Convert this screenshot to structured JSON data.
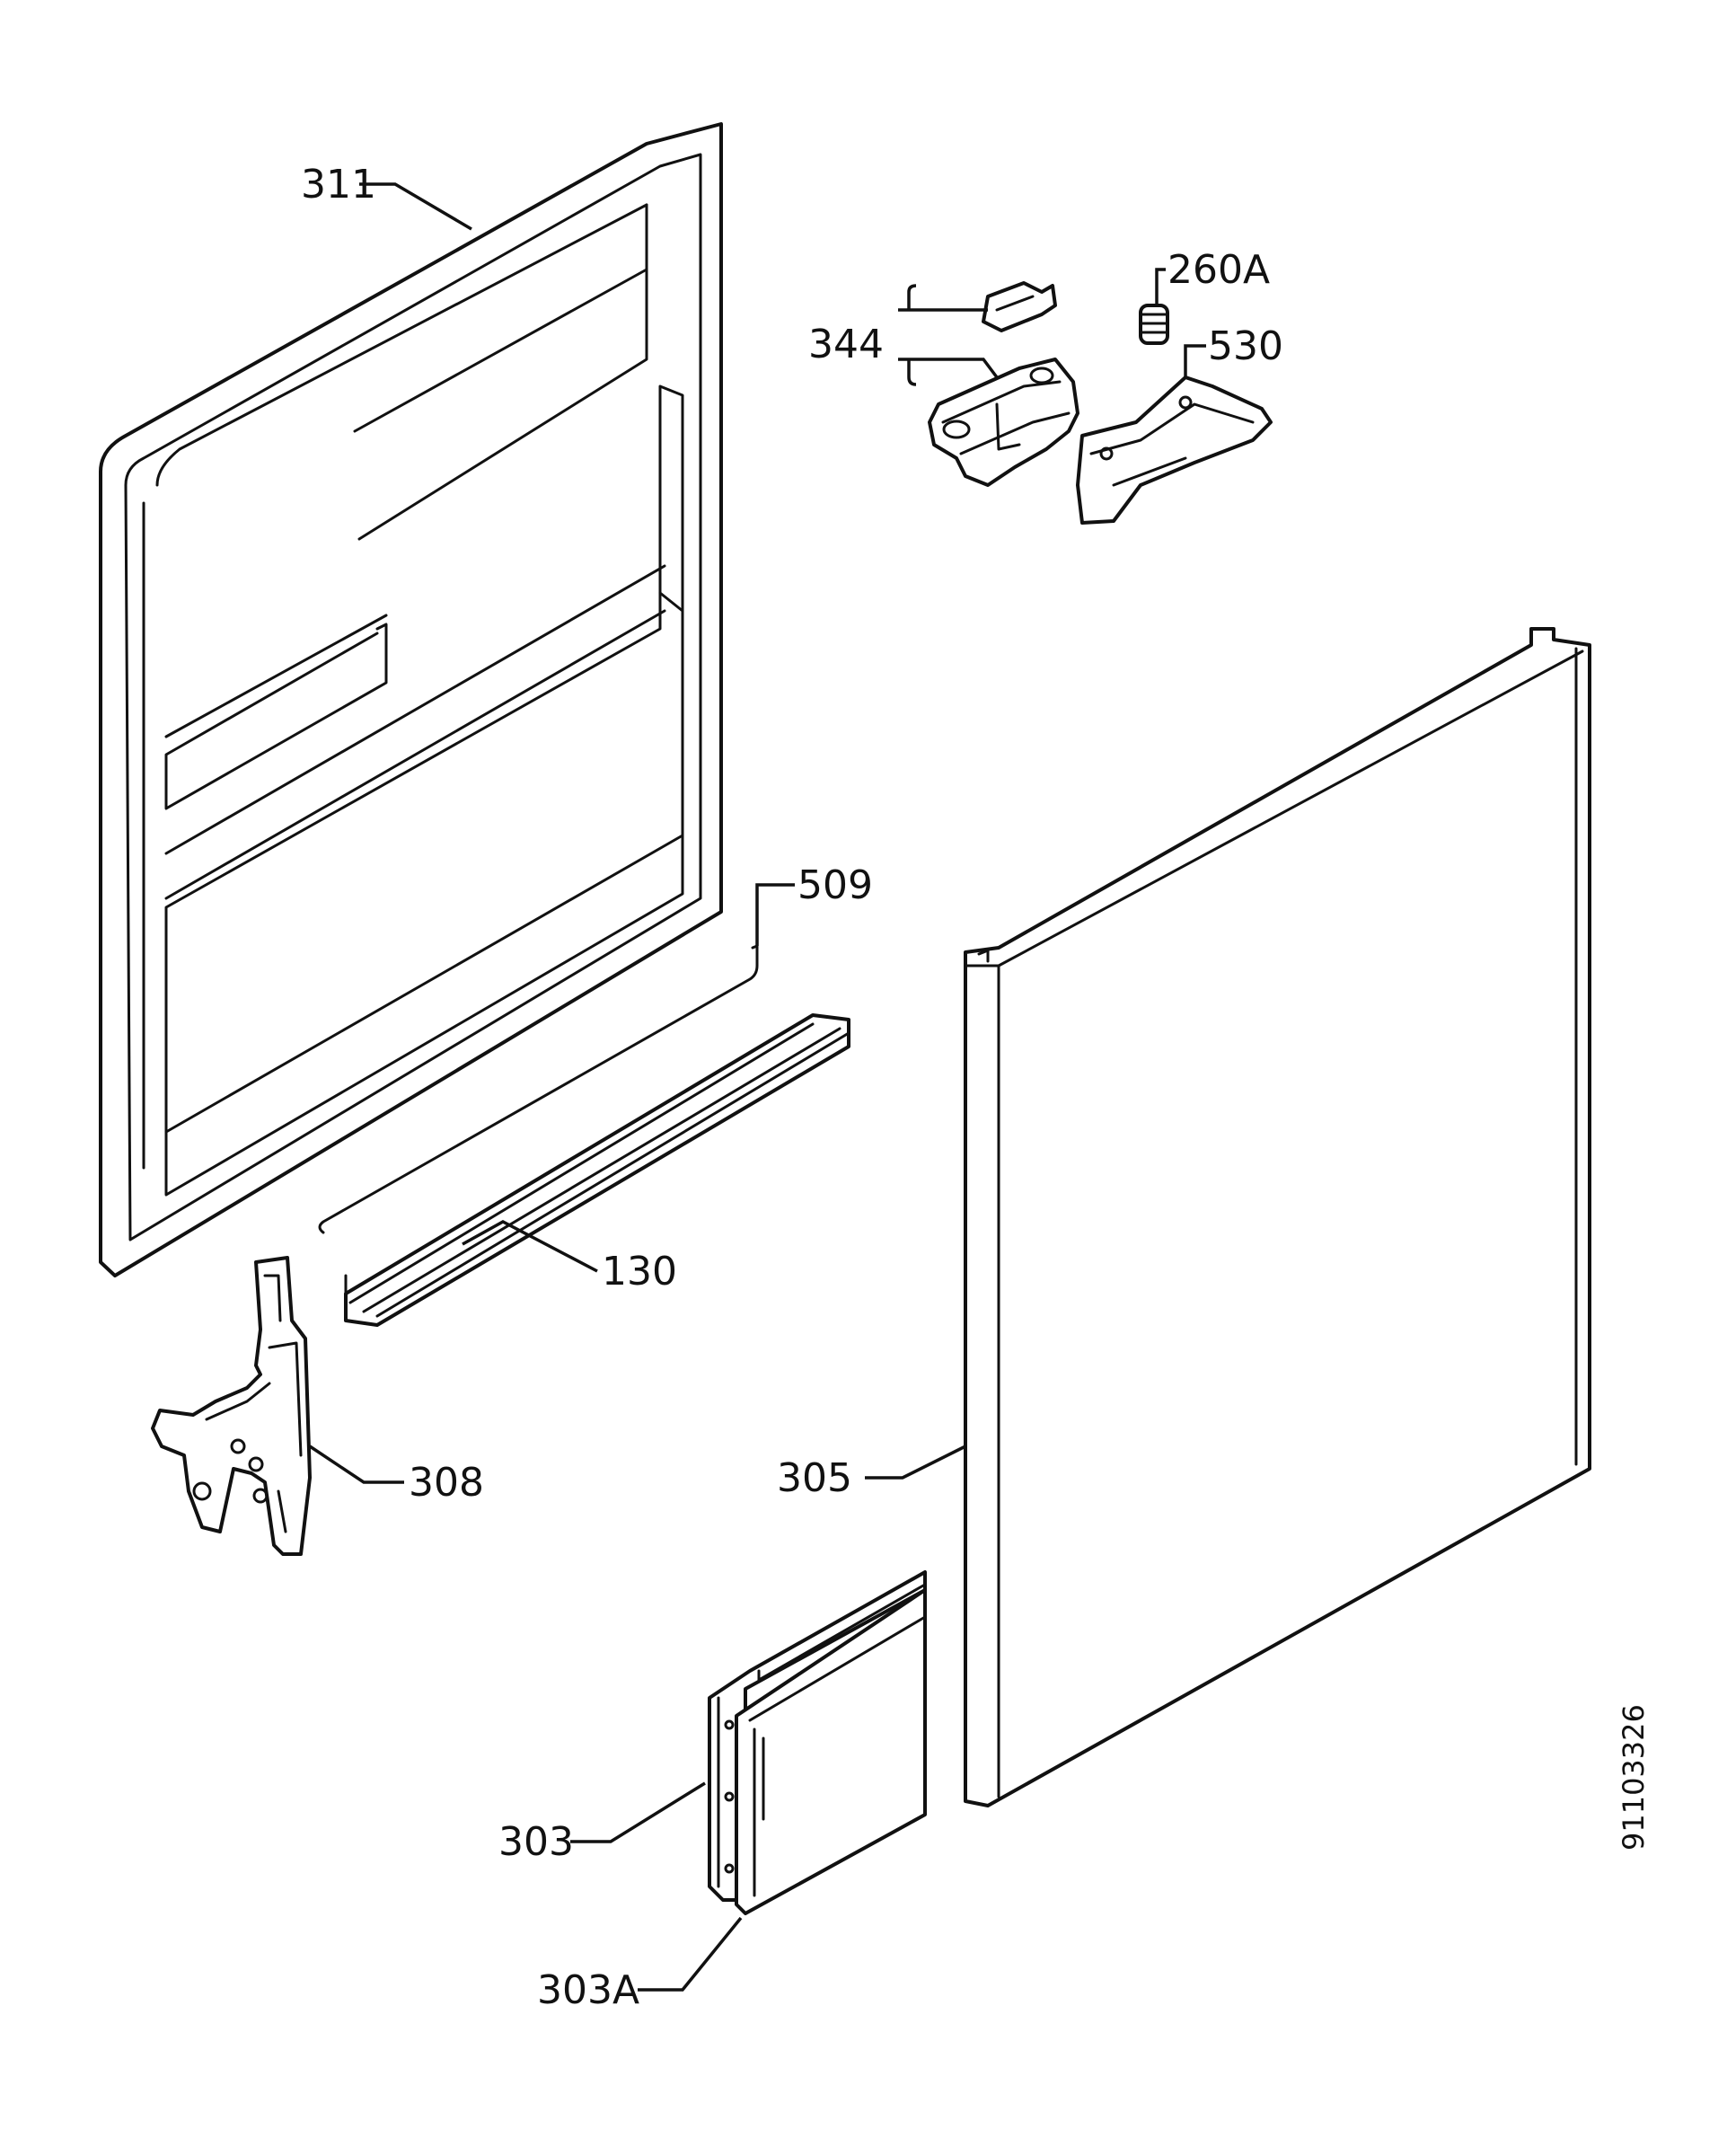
{
  "diagram": {
    "callouts": {
      "p311": "311",
      "p260a": "260A",
      "p344": "344",
      "p530": "530",
      "p509": "509",
      "p130": "130",
      "p308": "308",
      "p305": "305",
      "p303": "303",
      "p303a": "303A"
    },
    "drawing_number": "91103326"
  }
}
